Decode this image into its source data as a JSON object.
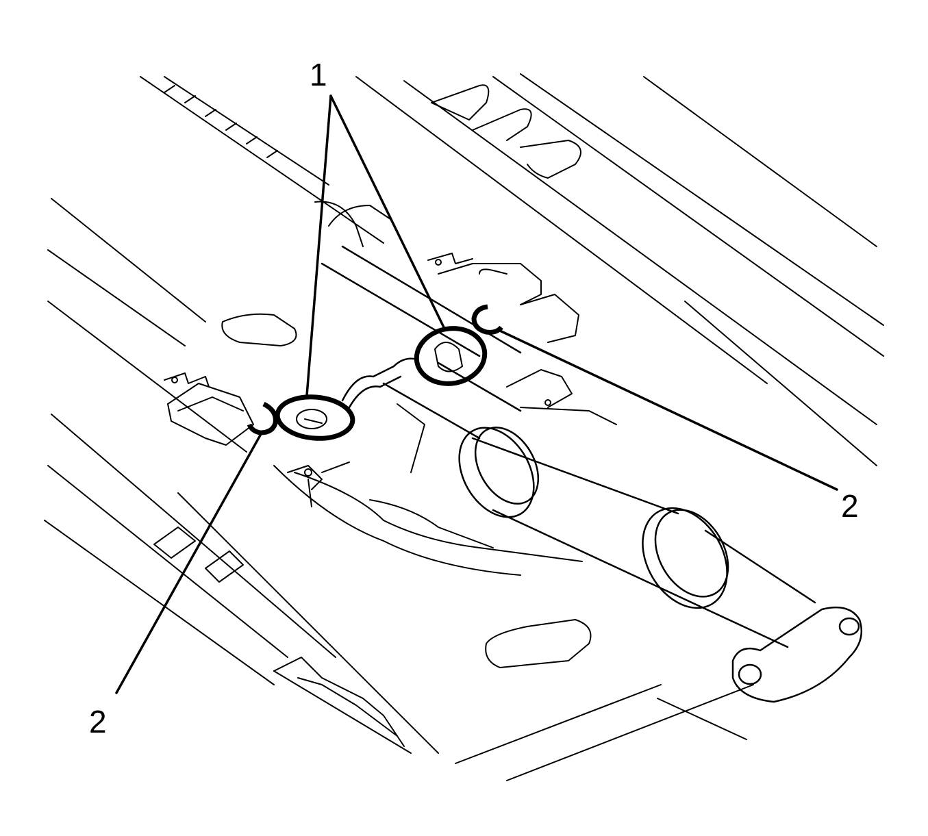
{
  "callouts": [
    {
      "id": "c1",
      "label": "1"
    },
    {
      "id": "c2-right",
      "label": "2"
    },
    {
      "id": "c2-left",
      "label": "2"
    }
  ],
  "icons": [
    "exhaust-underbody-illustration",
    "insulator-ring",
    "retainer-clip"
  ],
  "colors": {
    "line": "#000000",
    "background": "#ffffff"
  }
}
